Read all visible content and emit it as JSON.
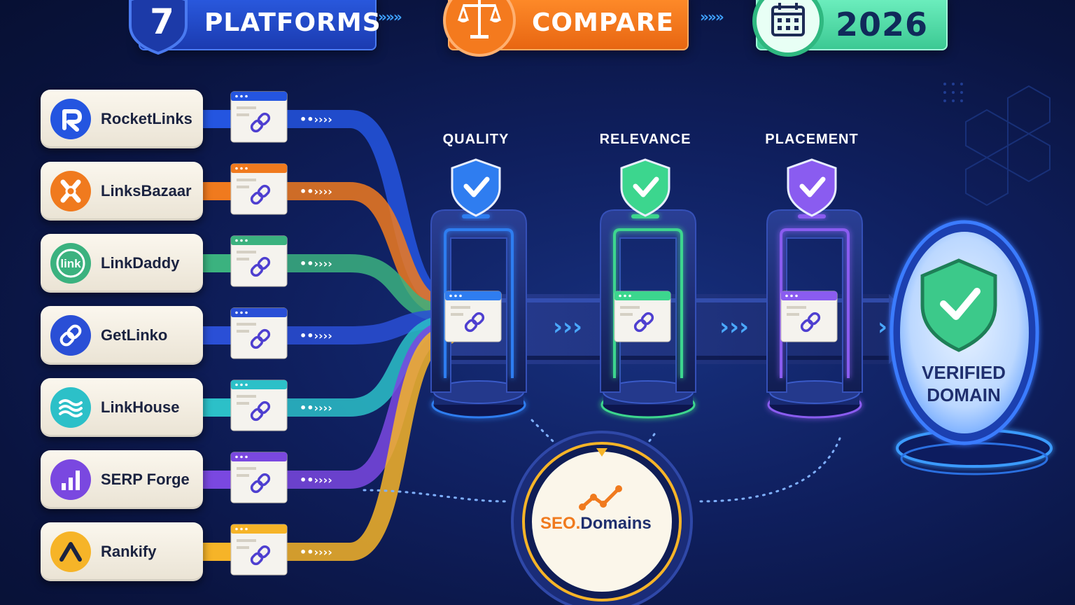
{
  "header": {
    "platforms_count": "7",
    "platforms_label": "PLATFORMS",
    "compare_label": "COMPARE",
    "year_label": "2026",
    "arrow_glyph": "»»»",
    "icons": [
      "shield-badge",
      "scales-icon",
      "calendar-icon"
    ],
    "colors": {
      "platforms": "#1f47c9",
      "compare": "#ef7417",
      "year": "#4fe0a8"
    }
  },
  "platforms": [
    {
      "name": "RocketLinks",
      "color": "#2455e0",
      "icon": "rocketlinks-logo"
    },
    {
      "name": "LinksBazaar",
      "color": "#f07a1e",
      "icon": "linksbazaar-logo"
    },
    {
      "name": "LinkDaddy",
      "color": "#3bb27f",
      "icon": "linkdaddy-logo",
      "logo_text": "link"
    },
    {
      "name": "GetLinko",
      "color": "#2a4fd6",
      "icon": "getlinko-logo"
    },
    {
      "name": "LinkHouse",
      "color": "#2cc0c8",
      "icon": "linkhouse-logo"
    },
    {
      "name": "SERP Forge",
      "color": "#7a48e0",
      "icon": "serpforge-logo"
    },
    {
      "name": "Rankify",
      "color": "#f6b428",
      "icon": "rankify-logo"
    }
  ],
  "criteria": [
    {
      "label": "QUALITY",
      "color": "#2f7df0"
    },
    {
      "label": "RELEVANCE",
      "color": "#3cd68e"
    },
    {
      "label": "PLACEMENT",
      "color": "#8a5cf0"
    }
  ],
  "hub": {
    "brand_text": "SEO.",
    "domain_text": "Domains",
    "icon": "trend-chart-icon"
  },
  "result": {
    "line1": "VERIFIED",
    "line2": "DOMAIN",
    "icon": "shield-check-icon"
  }
}
